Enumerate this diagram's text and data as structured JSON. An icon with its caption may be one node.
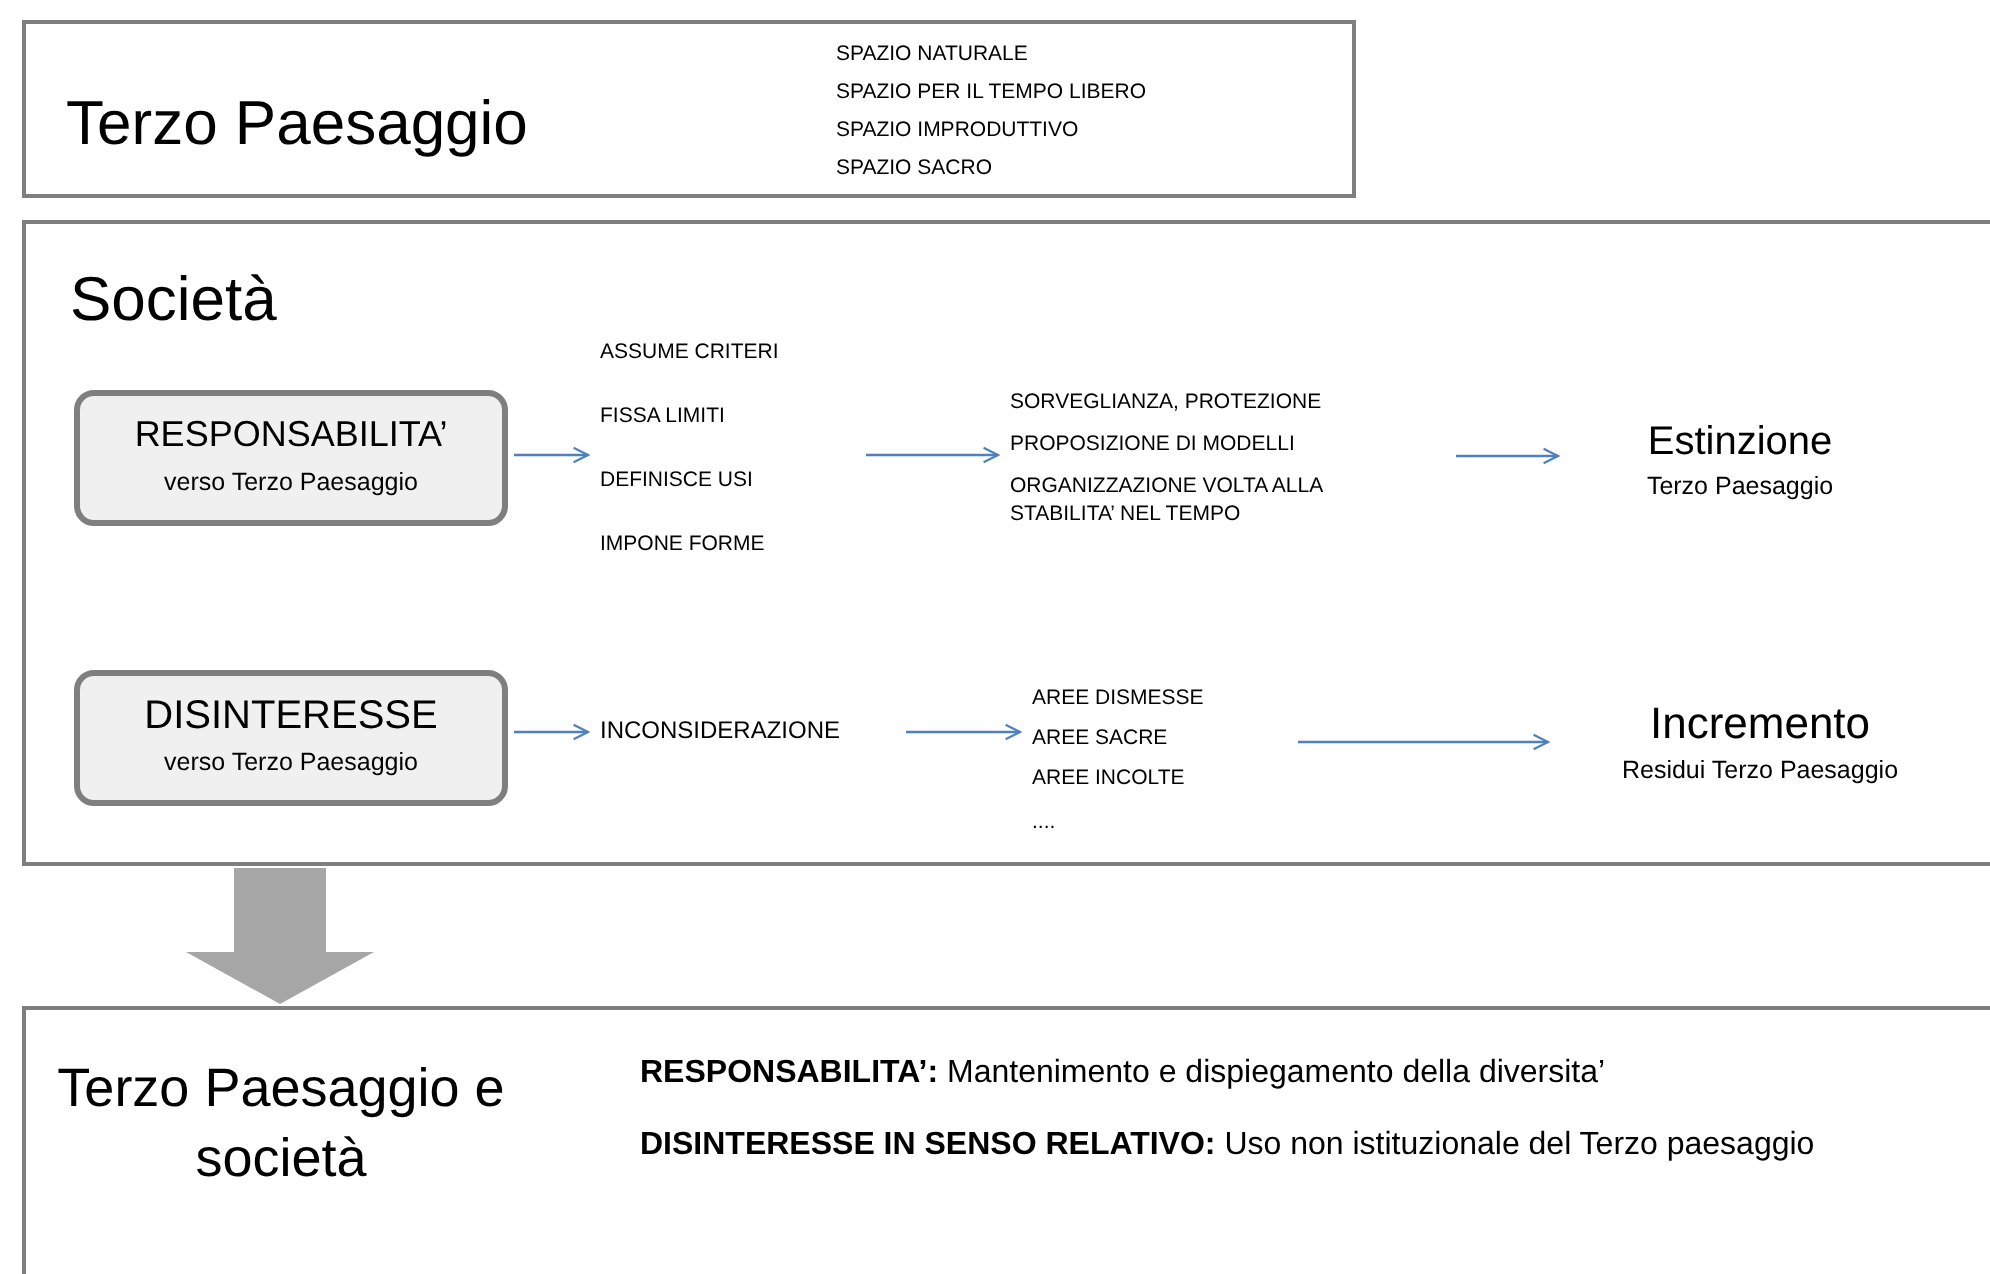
{
  "diagram": {
    "nodes": [
      {
        "text": [
          "Terzo Paesaggio",
          "SPAZIO NATURALE",
          "SPAZIO PER IL TEMPO LIBERO",
          "SPAZIO IMPRODUTTIVO",
          "SPAZIO SACRO"
        ]
      },
      {
        "text": [
          "Società"
        ]
      },
      {
        "text": [
          "RESPONSABILITA’",
          "verso Terzo Paesaggio"
        ],
        "in": 1
      },
      {
        "text": [
          "ASSUME CRITERI",
          "FISSA LIMITI",
          "DEFINISCE USI",
          "IMPONE FORME"
        ],
        "in": 1
      },
      {
        "text": [
          "SORVEGLIANZA, PROTEZIONE",
          "PROPOSIZIONE DI MODELLI",
          "ORGANIZZAZIONE VOLTA ALLA STABILITA’ NEL TEMPO"
        ],
        "in": 1
      },
      {
        "text": [
          "Estinzione",
          "Terzo Paesaggio"
        ],
        "in": 1
      },
      {
        "text": [
          "DISINTERESSE",
          "verso Terzo Paesaggio"
        ],
        "in": 1
      },
      {
        "text": [
          "INCONSIDERAZIONE"
        ],
        "in": 1
      },
      {
        "text": [
          "AREE DISMESSE",
          "AREE SACRE",
          "AREE INCOLTE",
          "...."
        ],
        "in": 1
      },
      {
        "text": [
          "Incremento",
          "Residui Terzo Paesaggio"
        ],
        "in": 1
      },
      {
        "text": [
          "Terzo Paesaggio e società",
          "**RESPONSABILITA’:** Mantenimento e dispiegamento della diversita’",
          "**DISINTERESSE IN SENSO RELATIVO:** Uso non istituzionale del Terzo paesaggio"
        ]
      }
    ],
    "edges": [
      {
        "from": 2,
        "to": 3,
        "arrow": "to"
      },
      {
        "from": 3,
        "to": 4,
        "arrow": "to"
      },
      {
        "from": 4,
        "to": 5,
        "arrow": "to"
      },
      {
        "from": 6,
        "to": 7,
        "arrow": "to"
      },
      {
        "from": 7,
        "to": 8,
        "arrow": "to"
      },
      {
        "from": 8,
        "to": 9,
        "arrow": "to"
      },
      {
        "from": 1,
        "to": 10,
        "arrow": "to",
        "style": "thick",
        "color": "#a6a6a6"
      }
    ]
  }
}
